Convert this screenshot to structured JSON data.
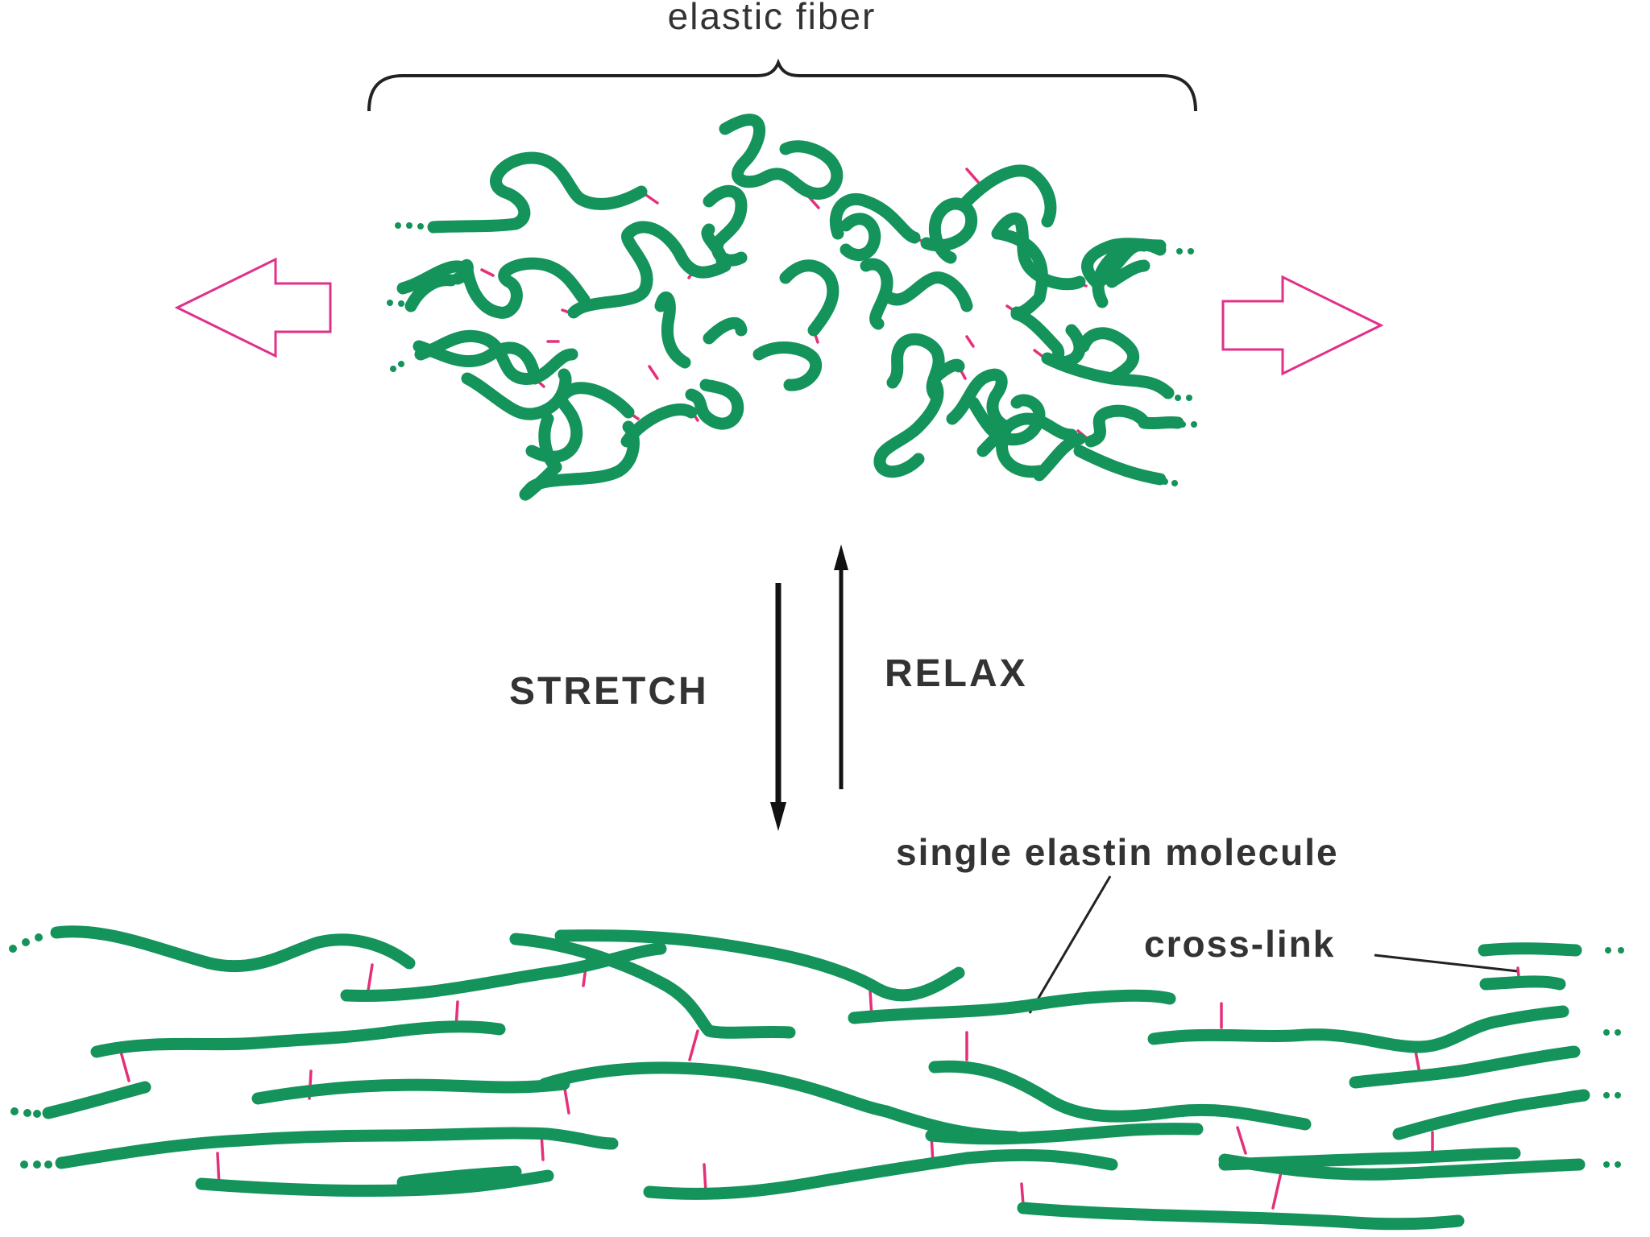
{
  "labels": {
    "elastic_fiber": "elastic fiber",
    "stretch": "STRETCH",
    "relax": "RELAX",
    "single_elastin_molecule": "single elastin molecule",
    "cross_link": "cross-link"
  },
  "colors": {
    "fiber": "#14935a",
    "cross_link": "#e4307a",
    "arrow_outline": "#e0308a",
    "text": "#333333",
    "ink": "#111111"
  },
  "icons": {
    "left_arrow": "hollow-left-arrow-icon",
    "right_arrow": "hollow-right-arrow-icon"
  }
}
